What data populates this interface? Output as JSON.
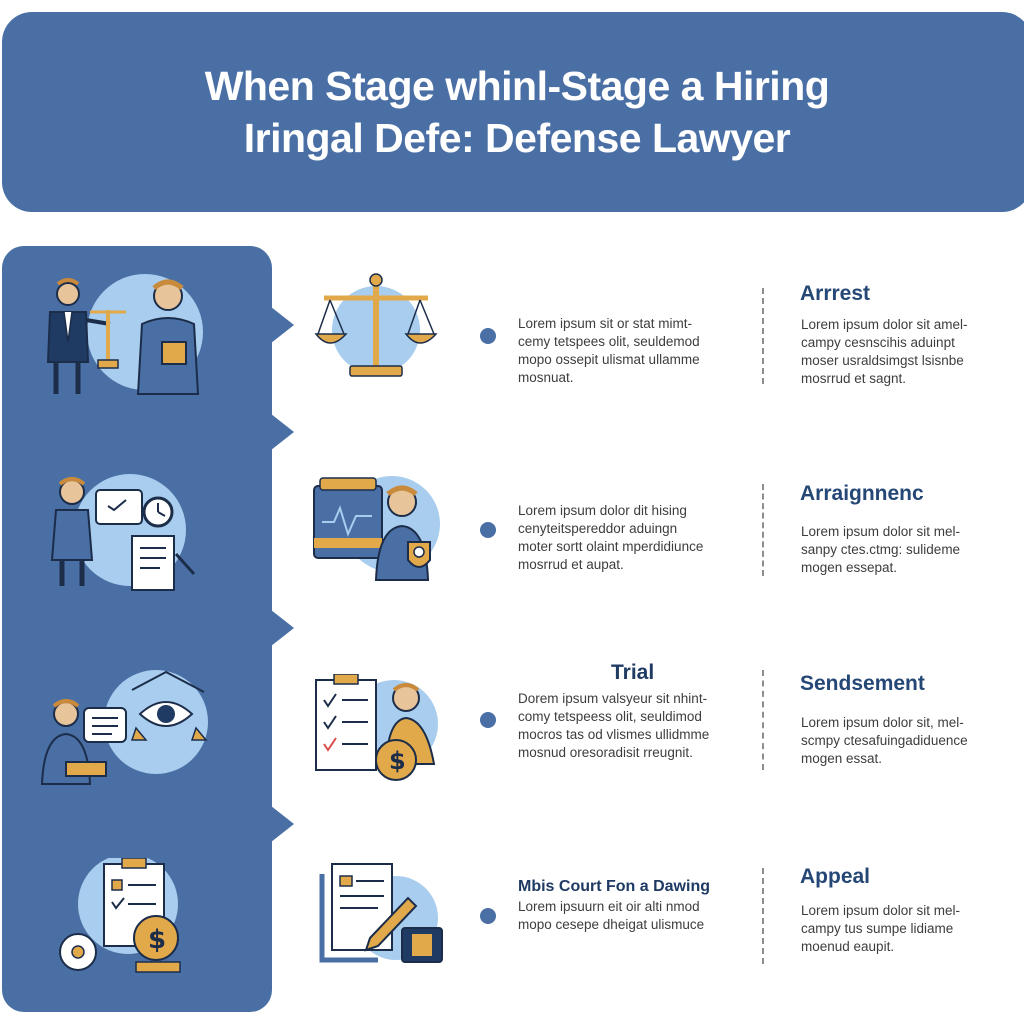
{
  "header": {
    "title_line1": "When Stage whinl-Stage a Hiring",
    "title_line2": "Iringal Defe: Defense Lawyer"
  },
  "colors": {
    "primary": "#4a6fa5",
    "light_circle": "#a9cdee",
    "gold": "#e2a94b",
    "dark_text": "#1f3a63"
  },
  "rows": [
    {
      "icon": "scales-of-justice-icon",
      "scene": "lawyer-and-client-with-scales-icon",
      "mid_title": "",
      "desc": [
        "Lorem ipsum sit or stat mimt-",
        "cemy tetspees olit, seuldemod",
        "mopo ossepit ulismat ullamme",
        "mosnuat."
      ],
      "stage_title": "Arrrest",
      "stage_desc": [
        "Lorem ipsum dolor sit amel-",
        "campy cesnscihis aduinpt",
        "moser usraldsimgst lsisnbe",
        "mosrrud et sagnt."
      ]
    },
    {
      "icon": "briefcase-lawyer-icon",
      "scene": "lawyer-presenting-document-icon",
      "mid_title": "",
      "desc": [
        "Lorem ipsum dolor dit hising",
        "cenyteitspereddor aduingn",
        "moter sortt olaint mperdidiunce",
        "mosrrud et aupat."
      ],
      "stage_title": "Arraignnenc",
      "stage_desc": [
        "Lorem ipsum dolor sit mel-",
        "sanpy ctes.ctmg: sulideme",
        "mogen essepat."
      ]
    },
    {
      "icon": "checklist-money-icon",
      "scene": "person-speech-eye-icon",
      "mid_title": "Trial",
      "desc": [
        "Dorem ipsum valsyeur sit nhint-",
        "comy tetspeess olit, seuldimod",
        "mocros tas od vlismes ullidmme",
        "mosnud oresoradisit rreugnit."
      ],
      "stage_title": "Sendsement",
      "stage_desc": [
        "Lorem ipsum dolor sit, mel-",
        "scmpy ctesafuingadiduence",
        "mogen essat."
      ]
    },
    {
      "icon": "document-pen-icon",
      "scene": "clipboard-money-icon",
      "mid_subtitle": "Mbis Court Fon a Dawing",
      "desc": [
        "Lorem ipsuurn eit oir alti nmod",
        "mopo cesepe dheigat ulismuce"
      ],
      "stage_title": "Appeal",
      "stage_desc": [
        "Lorem ipsum dolor sit mel-",
        "campy tus sumpe lidiame",
        "moenud eaupit."
      ]
    }
  ]
}
